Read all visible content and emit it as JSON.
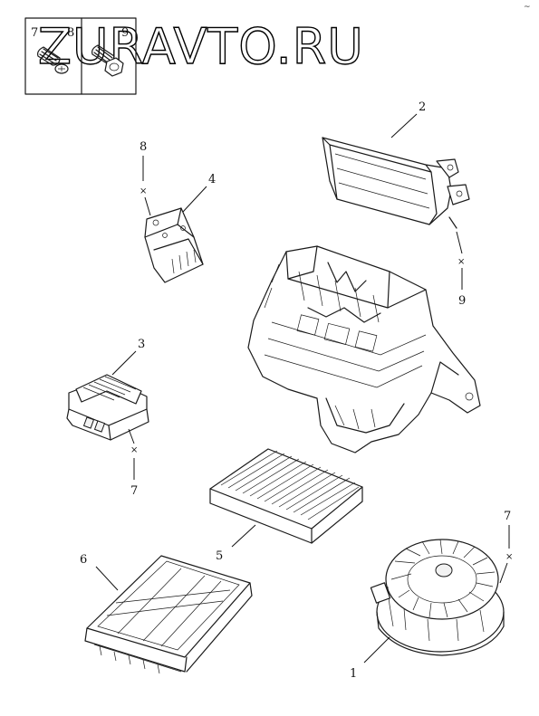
{
  "watermark": "ZURAVTO.RU",
  "inset": {
    "labels": [
      "7",
      "8",
      "9"
    ]
  },
  "callouts": {
    "part1": "1",
    "part2": "2",
    "part3": "3",
    "part4": "4",
    "part5": "5",
    "part6": "6",
    "fastener_7_resistor": "7",
    "fastener_7_blower": "7",
    "fastener_8_actuator": "8",
    "fastener_9_evaporator": "9"
  },
  "fastener_mark": "×"
}
